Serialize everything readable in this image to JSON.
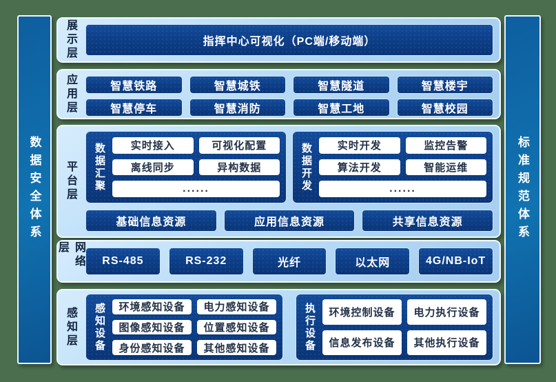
{
  "pillars": {
    "left": "数据安全体系",
    "right": "标准规范体系"
  },
  "layers": {
    "display": {
      "label": "展示层",
      "title": "指挥中心可视化（PC端/移动端）"
    },
    "application": {
      "label": "应用层",
      "items": [
        "智慧铁路",
        "智慧城铁",
        "智慧隧道",
        "智慧楼宇",
        "智慧停车",
        "智慧消防",
        "智慧工地",
        "智慧校园"
      ]
    },
    "platform": {
      "label": "平台层",
      "groups": [
        {
          "name": "数据汇聚",
          "items": [
            "实时接入",
            "可视化配置",
            "离线同步",
            "异构数据"
          ],
          "more": "......"
        },
        {
          "name": "数据开发",
          "items": [
            "实时开发",
            "监控告警",
            "算法开发",
            "智能运维"
          ],
          "more": "......"
        }
      ],
      "resources": [
        "基础信息资源",
        "应用信息资源",
        "共享信息资源"
      ]
    },
    "network": {
      "label": "网络层",
      "items": [
        "RS-485",
        "RS-232",
        "光纤",
        "以太网",
        "4G/NB-IoT"
      ]
    },
    "perception": {
      "label": "感知层",
      "groups": [
        {
          "name": "感知设备",
          "items": [
            "环境感知设备",
            "电力感知设备",
            "图像感知设备",
            "位置感知设备",
            "身份感知设备",
            "其他感知设备"
          ]
        },
        {
          "name": "执行设备",
          "items": [
            "环境控制设备",
            "电力执行设备",
            "信息发布设备",
            "其他执行设备"
          ]
        }
      ]
    }
  },
  "colors": {
    "background_green": "#4a6e4e",
    "panel_light_blue": "#b8dcf7",
    "box_dark_blue": "#0d3f89",
    "pillar_blue": "#1173b1",
    "white_box": "#ffffff",
    "label_navy": "#122440"
  }
}
